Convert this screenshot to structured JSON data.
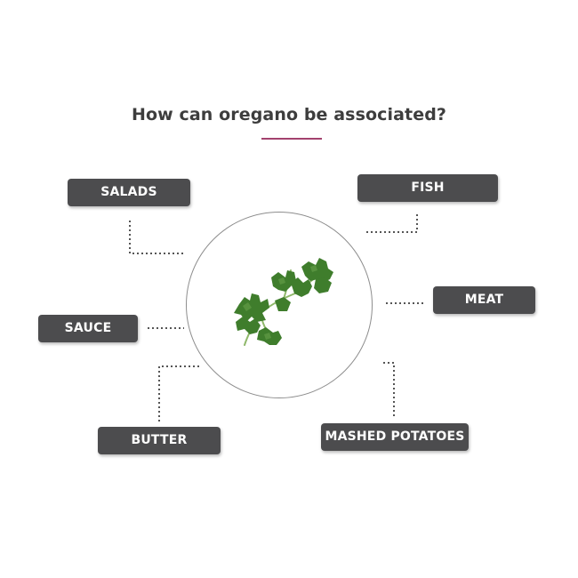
{
  "title": "How can oregano be associated?",
  "accent_color": "#a3426e",
  "pill_color": "#4c4c4e",
  "center_icon": "oregano-leaves",
  "associations": {
    "salads": "SALADS",
    "fish": "FISH",
    "meat": "MEAT",
    "sauce": "SAUCE",
    "butter": "BUTTER",
    "mashed_potatoes": "MASHED POTATOES"
  }
}
